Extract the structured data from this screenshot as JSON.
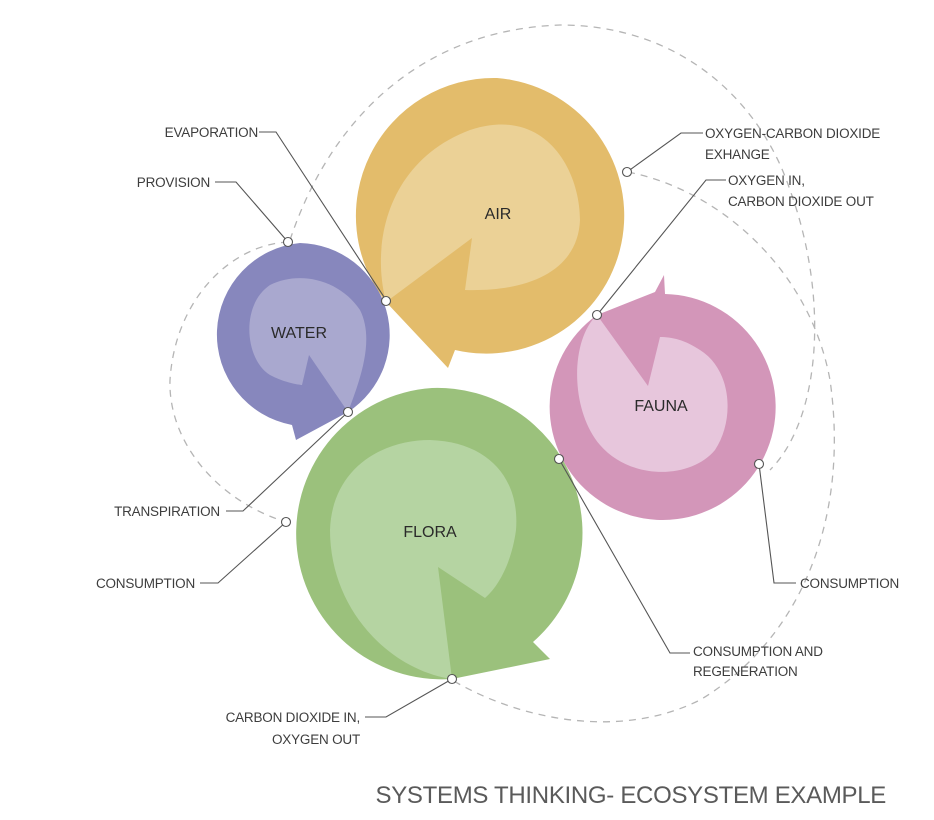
{
  "title": "SYSTEMS THINKING- ECOSYSTEM EXAMPLE",
  "nodes": {
    "air": {
      "label": "AIR",
      "outer_color": "#e3bc6b",
      "inner_color": "#ebd196"
    },
    "water": {
      "label": "WATER",
      "outer_color": "#8787bd",
      "inner_color": "#a9a8cf"
    },
    "fauna": {
      "label": "FAUNA",
      "outer_color": "#d396b9",
      "inner_color": "#e7c6dc"
    },
    "flora": {
      "label": "FLORA",
      "outer_color": "#9bc17c",
      "inner_color": "#b5d4a2"
    }
  },
  "annotations": {
    "evaporation": {
      "lines": [
        "EVAPORATION"
      ]
    },
    "provision": {
      "lines": [
        "PROVISION"
      ]
    },
    "oxygen_carbon_exchange": {
      "lines": [
        "OXYGEN-CARBON DIOXIDE",
        "EXHANGE"
      ]
    },
    "oxygen_in_co2_out": {
      "lines": [
        "OXYGEN IN,",
        "CARBON DIOXIDE OUT"
      ]
    },
    "transpiration": {
      "lines": [
        "TRANSPIRATION"
      ]
    },
    "consumption_left": {
      "lines": [
        "CONSUMPTION"
      ]
    },
    "consumption_right": {
      "lines": [
        "CONSUMPTION"
      ]
    },
    "consumption_regeneration": {
      "lines": [
        "CONSUMPTION AND",
        "REGENERATION"
      ]
    },
    "co2_in_oxygen_out": {
      "lines": [
        "CARBON DIOXIDE IN,",
        "OXYGEN OUT"
      ]
    }
  },
  "colors": {
    "leader_line": "#555555",
    "dashed_cycle": "#b5b5b5",
    "text": "#3d3d3d"
  }
}
